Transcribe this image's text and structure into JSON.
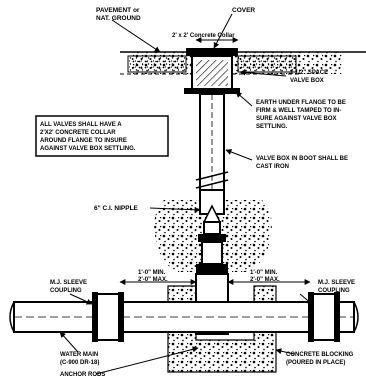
{
  "labels": {
    "pavement_line1": "PAVEMENT or",
    "pavement_line2": "NAT. GROUND",
    "cover": "COVER",
    "collar_dim": "2' x 2' Concrete Collar",
    "space_line1": "1 1/2\" SPACE",
    "space_line2": "VALVE BOX",
    "note_line1": "ALL VALVES SHALL HAVE A",
    "note_line2": "2'X2' CONCRETE COLLAR",
    "note_line3": "AROUND FLANGE TO INSURE",
    "note_line4": "AGAINST VALVE BOX SETTLING.",
    "earth_line1": "EARTH UNDER FLANGE TO BE",
    "earth_line2": "FIRM & WELL TAMPED TO IN-",
    "earth_line3": "SURE AGAINST VALVE BOX",
    "earth_line4": "SETTLING.",
    "valvebox_line1": "VALVE BOX IN BOOT SHALL BE",
    "valvebox_line2": "CAST IRON",
    "nipple": "6\" C.I. NIPPLE",
    "mj_left_line1": "M.J. SLEEVE",
    "mj_left_line2": "COUPLING",
    "mj_right_line1": "M.J. SLEEVE",
    "mj_right_line2": "COUPLING",
    "dim_left_line1": "1'-0\" MIN.",
    "dim_left_line2": "2'-0\" MAX.",
    "dim_right_line1": "1'-0\" MIN.",
    "dim_right_line2": "2'-0\" MAX.",
    "water_main_line1": "WATER MAIN",
    "water_main_line2": "(C-900 DR-18)",
    "concrete_line1": "CONCRETE BLOCKING",
    "concrete_line2": "(POURED IN PLACE)",
    "anchor": "ANCHOR RODS"
  }
}
